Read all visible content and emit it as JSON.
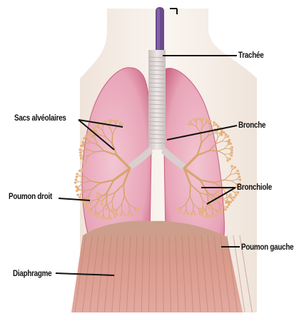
{
  "labels": {
    "trachea": "Trachée",
    "alveolar_sacs": "Sacs alvéolaires",
    "bronchus": "Bronche",
    "right_lung": "Poumon droit",
    "bronchiole": "Bronchiole",
    "left_lung": "Poumon gauche",
    "diaphragm": "Diaphragme"
  },
  "colors": {
    "background": "#ffffff",
    "torso": "#f4ece4",
    "lung": "#e8a4b8",
    "lung_edge": "#c8607f",
    "airway": "#d9cfcf",
    "tube": "#6a4a8e",
    "bronchial_tree": "#d9a36e",
    "diaphragm": "#d69a8c",
    "leader_line": "#111111"
  }
}
